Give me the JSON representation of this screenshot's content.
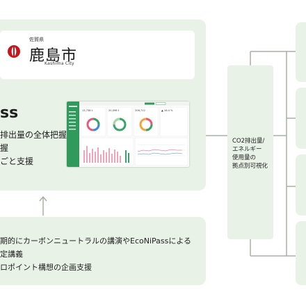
{
  "logo": {
    "prefecture": "佐賀県",
    "city_name": "鹿島市",
    "city_name_en": "Kashima City"
  },
  "product": {
    "title_fragment": "ss",
    "features": [
      "排出量の全体把握",
      "握",
      "ごと支援"
    ]
  },
  "screenshot": {
    "kpi_values": [
      "13,738 t",
      "20,096 t",
      "206,712",
      "▲ 16.4 %"
    ]
  },
  "bottom": {
    "lines": [
      "期的にカーボンニュートラルの講演やEcoNiPassによる",
      "定講義",
      "ロポイント構想の企画支援"
    ]
  },
  "visualization": {
    "lines": [
      "CO2排出量/",
      "エネルギー",
      "使用量の",
      "拠点別可視化"
    ]
  },
  "colors": {
    "panel": "#e9f2e7",
    "connector": "#a7b0a5",
    "seal_red": "#c8161d",
    "app_green": "#2f9a5b"
  }
}
